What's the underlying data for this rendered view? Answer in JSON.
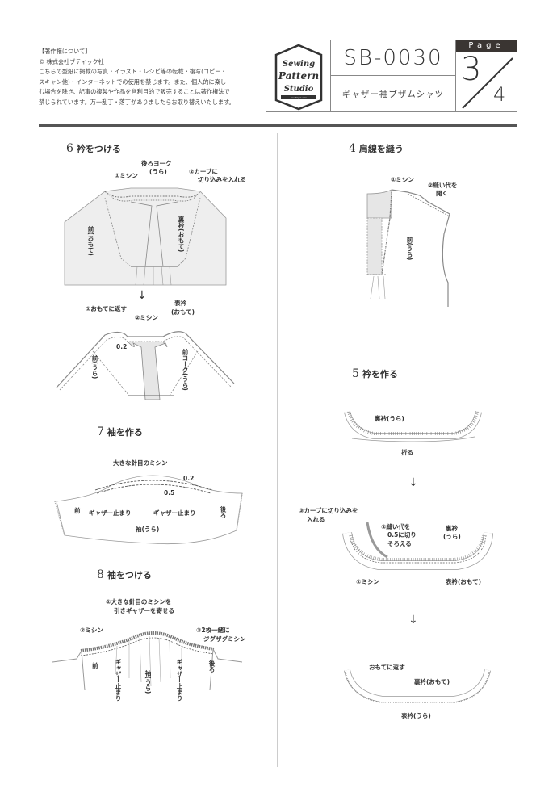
{
  "copyright": {
    "lines": [
      "【著作権について】",
      "© 株式会社ブティック社",
      "こちらの型紙に掲載の写真・イラスト・レシピ等の転載・複写(コピー・",
      "スキャン他)・インターネットでの使用を禁じます。また、個人的に楽し",
      "む場合を除き、記事の複製や作品を営利目的で販売することは著作権法で",
      "禁じられています。万一乱丁・落丁がありましたらお取り替えいたします。"
    ]
  },
  "header": {
    "logo": {
      "line1": "Sewing",
      "line2": "Pattern",
      "line3": "Studio",
      "tag": "boutique-sha"
    },
    "code": "SB-0030",
    "pattern_name": "ギャザー袖ブザムシャツ",
    "page_label": "Page",
    "page_current": "3",
    "page_total": "4"
  },
  "steps": {
    "s6": {
      "num": "6",
      "title": "衿をつける",
      "labels": {
        "back_yoke": "後ろヨーク",
        "back_yoke_sub": "(うら)",
        "machine": "①ミシン",
        "notch": "②カーブに",
        "notch2": "切り込みを入れる",
        "front": "前(おもて)",
        "under_collar": "裏衿(おもて)",
        "turn": "①おもてに返す",
        "machine2": "②ミシン",
        "top_collar": "表衿",
        "top_collar_sub": "(おもて)",
        "dim": "0.2",
        "front_wrong": "前(うら)",
        "front_yoke": "前ヨーク(うら)"
      }
    },
    "s7": {
      "num": "7",
      "title": "袖を作る",
      "labels": {
        "long_stitch": "大きな針目のミシン",
        "dim1": "0.2",
        "dim2": "0.5",
        "front": "前",
        "gather_l": "ギャザー止まり",
        "gather_r": "ギャザー止まり",
        "back": "後ろ",
        "sleeve": "袖(うら)"
      }
    },
    "s8": {
      "num": "8",
      "title": "袖をつける",
      "labels": {
        "pull1": "①大きな針目のミシンを",
        "pull2": "引きギャザーを寄せる",
        "machine": "②ミシン",
        "zigzag1": "③2枚一緒に",
        "zigzag2": "ジグザグミシン",
        "front": "前",
        "gather_l": "ギャザー止まり",
        "sleeve": "袖(うら)",
        "gather_r": "ギャザー止まり",
        "back": "後ろ"
      }
    },
    "s4": {
      "num": "4",
      "title": "肩線を縫う",
      "labels": {
        "machine": "①ミシン",
        "press1": "②縫い代を",
        "press2": "開く",
        "front": "前(うら)"
      }
    },
    "s5": {
      "num": "5",
      "title": "衿を作る",
      "labels": {
        "under_wrong": "裏衿(うら)",
        "fold": "折る",
        "notch1": "③カーブに切り込みを",
        "notch2": "入れる",
        "trim1": "②縫い代を",
        "trim2": "0.5に切り",
        "trim3": "そろえる",
        "under2": "裏衿",
        "under2_sub": "(うら)",
        "machine": "①ミシン",
        "top_right": "表衿(おもて)",
        "turn": "おもてに返す",
        "under_right": "裏衿(おもて)",
        "top_wrong": "表衿(うら)"
      }
    }
  },
  "arrows": {
    "down": "↓"
  }
}
